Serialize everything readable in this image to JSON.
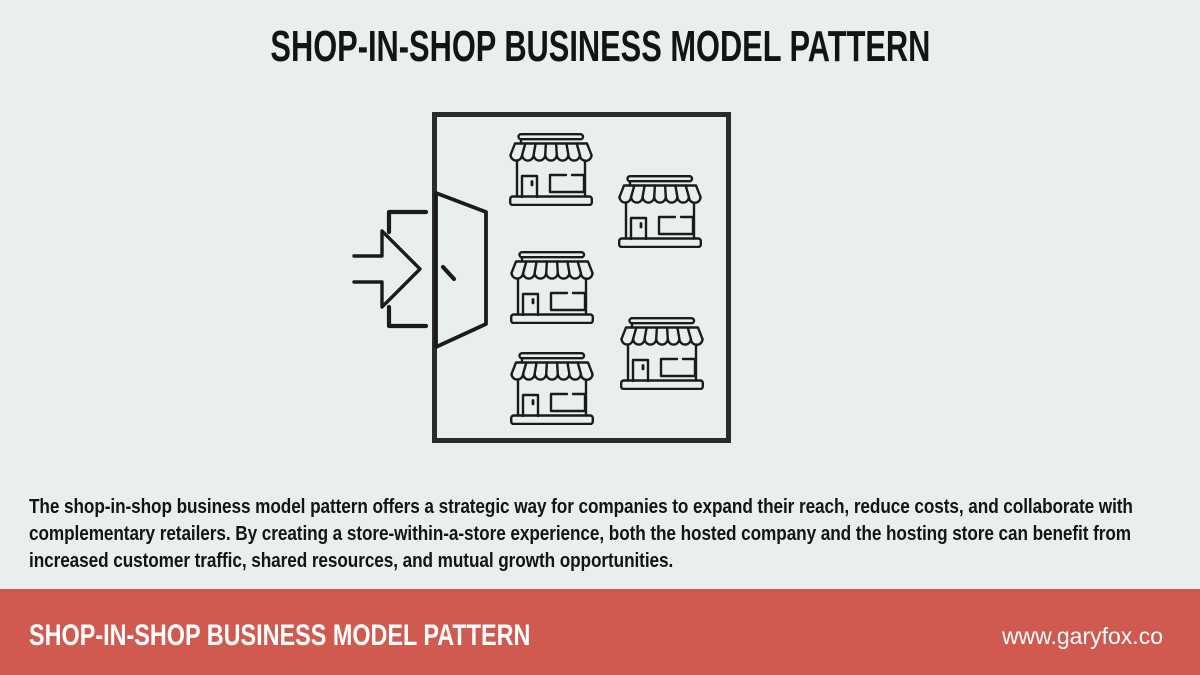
{
  "page": {
    "background_color": "#e9efed",
    "text_color": "#141414"
  },
  "header": {
    "title": "SHOP-IN-SHOP BUSINESS MODEL PATTERN"
  },
  "diagram": {
    "host_store_boundary": "host-store-outline",
    "outline_color": "#1b1b1b",
    "entrance": {
      "arrow_icon": "enter-arrow-icon",
      "door_icon": "open-door-icon",
      "frame_icon": "door-frame-icon"
    },
    "hosted_shops": [
      {
        "icon": "storefront-icon"
      },
      {
        "icon": "storefront-icon"
      },
      {
        "icon": "storefront-icon"
      },
      {
        "icon": "storefront-icon"
      },
      {
        "icon": "storefront-icon"
      }
    ]
  },
  "description": {
    "text": "The shop-in-shop business model pattern offers a strategic way for companies to expand their reach, reduce costs, and collaborate with complementary retailers. By creating a store-within-a-store experience, both the hosted company and the hosting store can benefit from increased customer traffic, shared resources, and mutual growth opportunities."
  },
  "footer": {
    "background_color": "#d05a50",
    "title": "SHOP-IN-SHOP BUSINESS MODEL PATTERN",
    "website": "www.garyfox.co"
  }
}
